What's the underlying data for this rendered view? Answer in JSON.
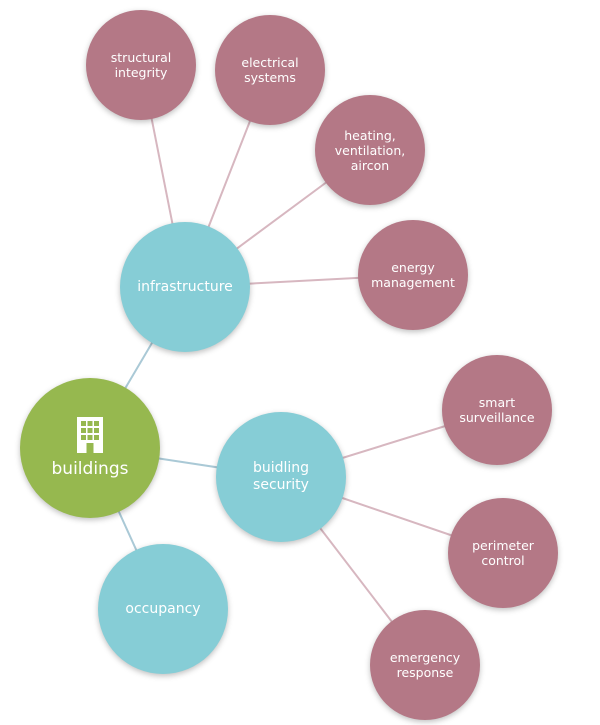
{
  "colors": {
    "root": "#96b84f",
    "branch": "#86cdd6",
    "leaf": "#b47886",
    "link": "#d7b7c0",
    "link_cool": "#aac9d6"
  },
  "root": {
    "id": "buildings",
    "label": "buildings",
    "icon": "building-icon"
  },
  "branches": [
    {
      "id": "infrastructure",
      "label": "infrastructure"
    },
    {
      "id": "building-security",
      "label": "buidling\nsecurity"
    },
    {
      "id": "occupancy",
      "label": "occupancy"
    }
  ],
  "leaves": [
    {
      "id": "structural-integrity",
      "parent": "infrastructure",
      "label": "structural\nintegrity"
    },
    {
      "id": "electrical-systems",
      "parent": "infrastructure",
      "label": "electrical\nsystems"
    },
    {
      "id": "hvac",
      "parent": "infrastructure",
      "label": "heating,\nventilation,\naircon"
    },
    {
      "id": "energy-management",
      "parent": "infrastructure",
      "label": "energy\nmanagement"
    },
    {
      "id": "smart-surveillance",
      "parent": "building-security",
      "label": "smart\nsurveillance"
    },
    {
      "id": "perimeter-control",
      "parent": "building-security",
      "label": "perimeter\ncontrol"
    },
    {
      "id": "emergency-response",
      "parent": "building-security",
      "label": "emergency\nresponse"
    }
  ]
}
